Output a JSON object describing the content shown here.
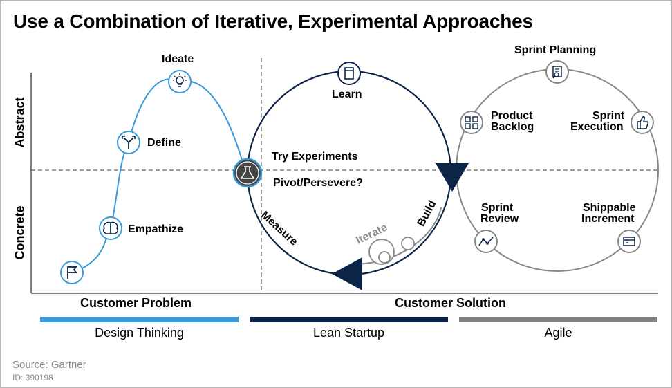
{
  "title": "Use a Combination of Iterative, Experimental Approaches",
  "axes": {
    "y_abstract": "Abstract",
    "y_concrete": "Concrete",
    "x_problem": "Customer Problem",
    "x_solution": "Customer Solution"
  },
  "design_thinking": {
    "steps": [
      "Empathize",
      "Define",
      "Ideate"
    ]
  },
  "lean_startup": {
    "learn": "Learn",
    "try_experiments": "Try Experiments",
    "pivot": "Pivot/Persevere?",
    "measure": "Measure",
    "build": "Build",
    "iterate": "Iterate"
  },
  "agile": {
    "sprint_planning": "Sprint Planning",
    "product_backlog_1": "Product",
    "product_backlog_2": "Backlog",
    "sprint_execution_1": "Sprint",
    "sprint_execution_2": "Execution",
    "sprint_review_1": "Sprint",
    "sprint_review_2": "Review",
    "shippable_1": "Shippable",
    "shippable_2": "Increment"
  },
  "bands": [
    {
      "label": "Design Thinking",
      "color": "#3a9ad9"
    },
    {
      "label": "Lean Startup",
      "color": "#0b2447"
    },
    {
      "label": "Agile",
      "color": "#7f7f7f"
    }
  ],
  "source": "Source: Gartner",
  "doc_id": "ID: 390198"
}
